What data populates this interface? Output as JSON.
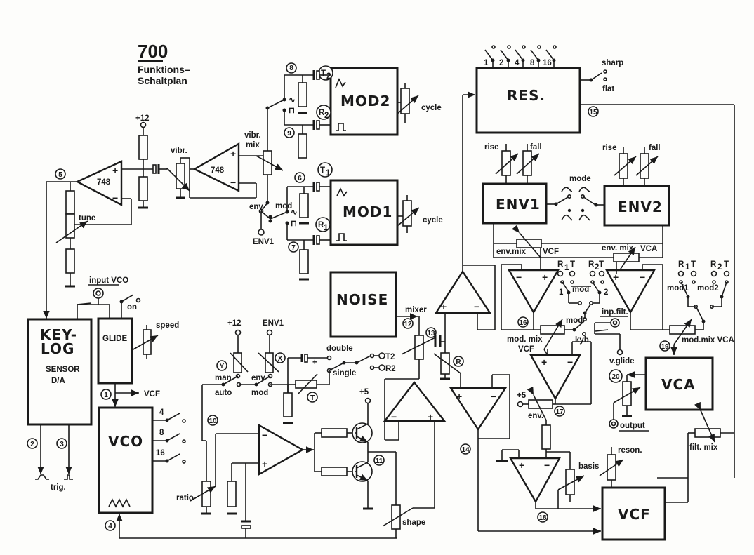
{
  "title": {
    "model": "700",
    "line1": "Funktions–",
    "line2": "Schaltplan"
  },
  "blocks": {
    "mod2": "MOD2",
    "mod1": "MOD1",
    "keylog_1": "KEY-",
    "keylog_2": "LOG",
    "sensor_1": "SENSOR",
    "sensor_2": "D/A",
    "glide": "GLIDE",
    "vco": "VCO",
    "noise": "NOISE",
    "res": "RES.",
    "env1": "ENV1",
    "env2": "ENV2",
    "vca": "VCA",
    "vcf": "VCF"
  },
  "opamps": {
    "u1": "748",
    "u2": "748"
  },
  "labels": {
    "plus12_a": "+12",
    "plus12_b": "+12",
    "plus5_a": "+5",
    "plus5_b": "+5",
    "vibr": "vibr.",
    "vibr_mix_1": "vibr.",
    "vibr_mix_2": "mix",
    "tune": "tune",
    "env": "env",
    "mod": "mod",
    "env1_src": "ENV1",
    "env1_src_b": "ENV1",
    "cycle2": "cycle",
    "cycle1": "cycle",
    "t2": "T",
    "t2_sub": "2",
    "r2": "R",
    "r2_sub": "2",
    "t1": "T",
    "t1_sub": "1",
    "r1": "R",
    "r1_sub": "1",
    "input_vco": "input VCO",
    "on": "on",
    "speed": "speed",
    "vcf_out": "VCF",
    "oct4": "4",
    "oct8": "8",
    "oct16": "16",
    "ratio": "ratio",
    "trig": "trig.",
    "man": "man",
    "auto": "auto",
    "env_sw": "env",
    "mod_sw": "mod",
    "y_pot": "Y",
    "x_pot": "X",
    "t_pot": "T",
    "double": "double",
    "single": "single",
    "ot2": "T2",
    "or2": "R2",
    "shape": "shape",
    "mixer": "mixer",
    "r_pot": "R",
    "res_1": "1",
    "res_2": "2",
    "res_4": "4",
    "res_8": "8",
    "res_16": "16",
    "sharp": "sharp",
    "flat": "flat",
    "rise1": "rise",
    "fall1": "fall",
    "rise2": "rise",
    "fall2": "fall",
    "mode": "mode",
    "env_mix_vcf": "env.mix",
    "vcf_lbl": "VCF",
    "env_mix_vca": "env. mix",
    "vca_lbl": "VCA",
    "r1t_r": "R",
    "r1t_1": "1",
    "r1t_t": "T",
    "r2t_r": "R",
    "r2t_2": "2",
    "r2t_t": "T",
    "sw1": "1",
    "sw2": "2",
    "mod_mid": "mod",
    "mod_b": "mod",
    "inp_filt": "inp.filt.",
    "kyb": "kyb",
    "mod_mix_vcf_1": "mod. mix",
    "mod_mix_vcf_2": "VCF",
    "r_right_1": "R",
    "r_right_1s": "1",
    "t_right_1": "T",
    "r_right_2": "R",
    "r_right_2s": "2",
    "t_right_2": "T",
    "mod1": "mod1",
    "mod2": "mod2",
    "mod_mix_vca": "mod.mix VCA",
    "v_glide": "v.glide",
    "output": "output",
    "env_b": "env.",
    "basis": "basis",
    "reson": "reson.",
    "filt_mix": "filt. mix"
  },
  "nodes": [
    "1",
    "2",
    "3",
    "4",
    "5",
    "6",
    "7",
    "8",
    "9",
    "10",
    "11",
    "12",
    "13",
    "14",
    "15",
    "16",
    "17",
    "18",
    "19",
    "20"
  ]
}
